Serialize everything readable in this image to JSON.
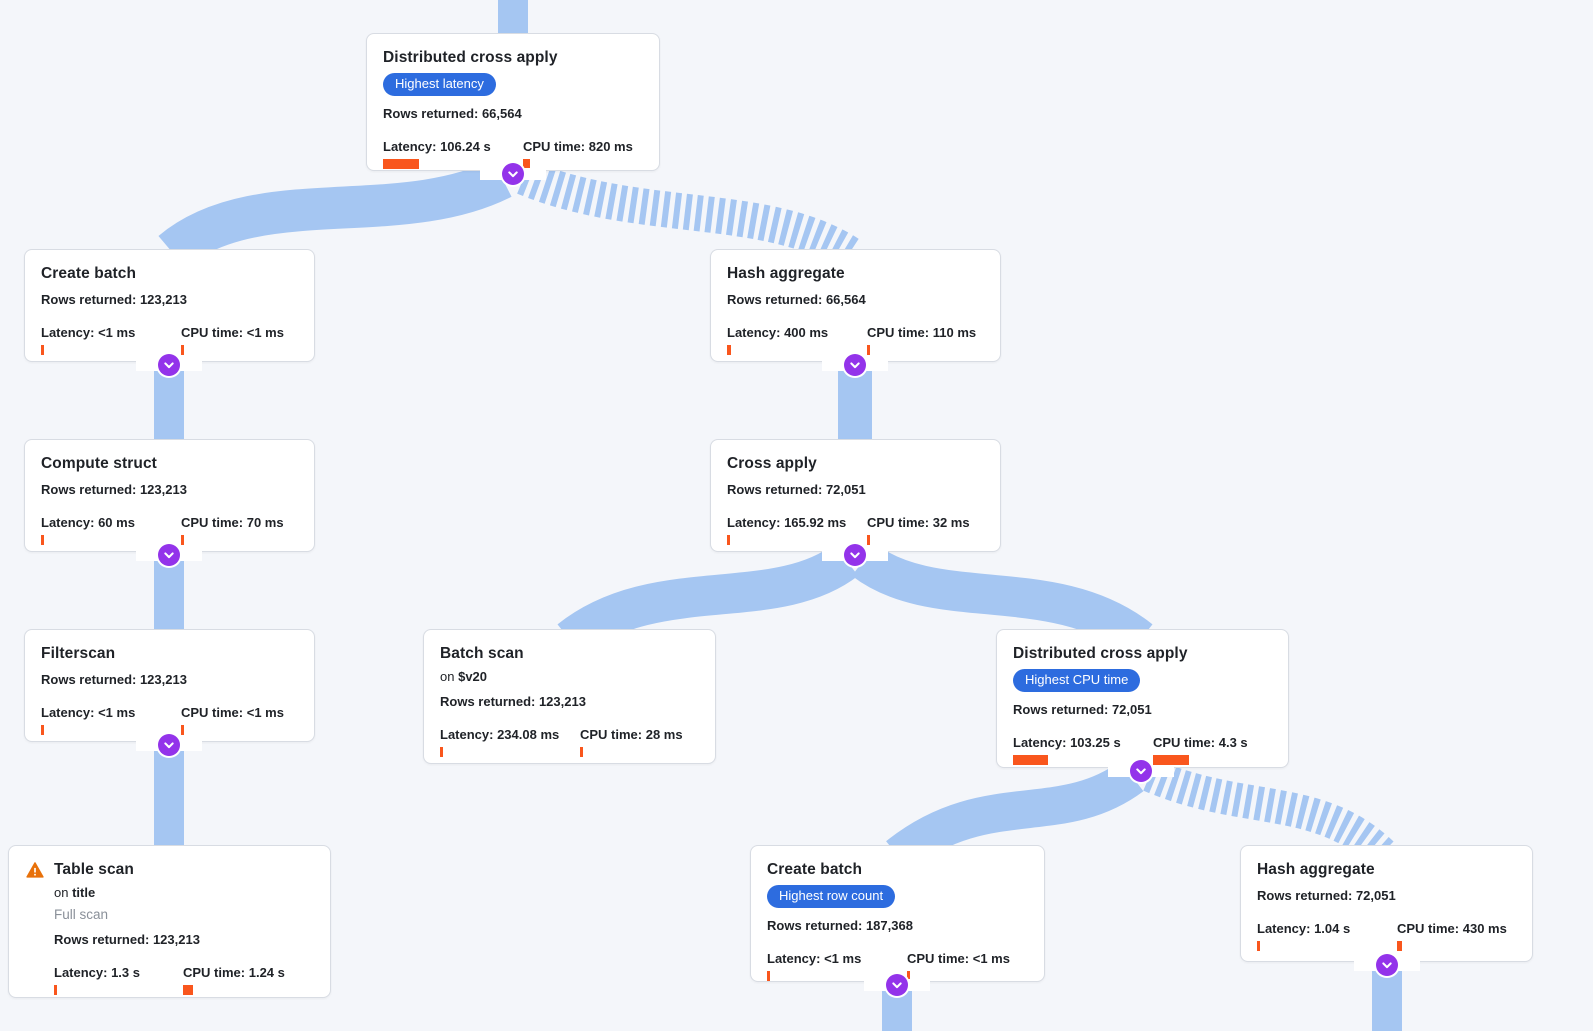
{
  "colors": {
    "bg": "#f4f6fa",
    "accent_badge": "#2d6cdf",
    "metric_bar": "#f9561d",
    "edge": "#a5c6f2",
    "connector": "#9333ea",
    "connector_stripe": "#b98cf0",
    "connector_stripe_light": "#ddc3f8",
    "warning": "#e8710a"
  },
  "nodes": [
    {
      "title": "Distributed cross apply",
      "badge": "Highest latency",
      "rows": "Rows returned: 66,564",
      "latency": "Latency: 106.24 s",
      "cpu": "CPU time: 820 ms",
      "latency_bar": 36,
      "cpu_bar": 7
    },
    {
      "title": "Create batch",
      "rows": "Rows returned: 123,213",
      "latency": "Latency: <1 ms",
      "cpu": "CPU time: <1 ms",
      "latency_bar": 3,
      "cpu_bar": 3
    },
    {
      "title": "Hash aggregate",
      "rows": "Rows returned: 66,564",
      "latency": "Latency: 400 ms",
      "cpu": "CPU time: 110 ms",
      "latency_bar": 4,
      "cpu_bar": 3
    },
    {
      "title": "Compute struct",
      "rows": "Rows returned: 123,213",
      "latency": "Latency: 60 ms",
      "cpu": "CPU time: 70 ms",
      "latency_bar": 3,
      "cpu_bar": 3
    },
    {
      "title": "Cross apply",
      "rows": "Rows returned: 72,051",
      "latency": "Latency: 165.92 ms",
      "cpu": "CPU time: 32 ms",
      "latency_bar": 3,
      "cpu_bar": 3
    },
    {
      "title": "Filterscan",
      "rows": "Rows returned: 123,213",
      "latency": "Latency: <1 ms",
      "cpu": "CPU time: <1 ms",
      "latency_bar": 3,
      "cpu_bar": 3
    },
    {
      "title": "Batch scan",
      "on_prefix": "on",
      "on_target": "$v20",
      "rows": "Rows returned: 123,213",
      "latency": "Latency: 234.08 ms",
      "cpu": "CPU time: 28 ms",
      "latency_bar": 3,
      "cpu_bar": 3
    },
    {
      "title": "Distributed cross apply",
      "badge": "Highest CPU time",
      "rows": "Rows returned: 72,051",
      "latency": "Latency: 103.25 s",
      "cpu": "CPU time: 4.3 s",
      "latency_bar": 35,
      "cpu_bar": 36
    },
    {
      "title": "Table scan",
      "on_prefix": "on",
      "on_target": "title",
      "subtitle": "Full scan",
      "rows": "Rows returned: 123,213",
      "latency": "Latency: 1.3 s",
      "cpu": "CPU time: 1.24 s",
      "latency_bar": 3,
      "cpu_bar": 10
    },
    {
      "title": "Create batch",
      "badge": "Highest row count",
      "rows": "Rows returned: 187,368",
      "latency": "Latency: <1 ms",
      "cpu": "CPU time: <1 ms",
      "latency_bar": 3,
      "cpu_bar": 3
    },
    {
      "title": "Hash aggregate",
      "rows": "Rows returned: 72,051",
      "latency": "Latency: 1.04 s",
      "cpu": "CPU time: 430 ms",
      "latency_bar": 3,
      "cpu_bar": 5
    }
  ],
  "edges": [
    {
      "from": "off-screen parent",
      "to": "Distributed cross apply (top)",
      "style": "solid"
    },
    {
      "from": "Distributed cross apply (top)",
      "to": "Create batch (left)",
      "style": "solid"
    },
    {
      "from": "Distributed cross apply (top)",
      "to": "Hash aggregate (top)",
      "style": "striped"
    },
    {
      "from": "Create batch (left)",
      "to": "Compute struct",
      "style": "solid"
    },
    {
      "from": "Compute struct",
      "to": "Filterscan",
      "style": "solid"
    },
    {
      "from": "Filterscan",
      "to": "Table scan",
      "style": "solid"
    },
    {
      "from": "Hash aggregate (top)",
      "to": "Cross apply",
      "style": "solid"
    },
    {
      "from": "Cross apply",
      "to": "Batch scan",
      "style": "solid"
    },
    {
      "from": "Cross apply",
      "to": "Distributed cross apply (lower)",
      "style": "solid"
    },
    {
      "from": "Distributed cross apply (lower)",
      "to": "Create batch (bottom)",
      "style": "solid"
    },
    {
      "from": "Distributed cross apply (lower)",
      "to": "Hash aggregate (bottom)",
      "style": "striped"
    },
    {
      "from": "Create batch (bottom)",
      "to": "off-screen child",
      "style": "solid"
    },
    {
      "from": "Hash aggregate (bottom)",
      "to": "off-screen child",
      "style": "solid"
    }
  ]
}
